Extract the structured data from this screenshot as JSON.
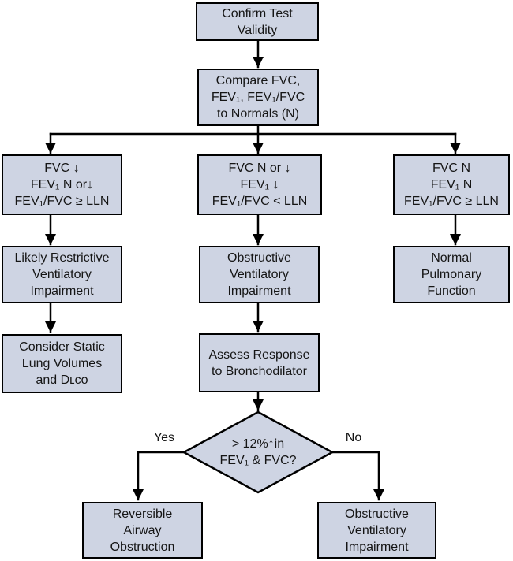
{
  "flowchart": {
    "colors": {
      "box_fill": "#ced4e3",
      "box_border": "#000000",
      "arrow": "#000000",
      "background": "#ffffff",
      "text": "#151515"
    },
    "nodes": {
      "confirm": {
        "lines": [
          "Confirm Test",
          "Validity"
        ]
      },
      "compare": {
        "lines": [
          "Compare FVC,",
          "FEV₁, FEV₁/FVC",
          "to Normals (N)"
        ]
      },
      "criteria_restrictive": {
        "lines": [
          "FVC ↓",
          "FEV₁ N or↓",
          "FEV₁/FVC ≥ LLN"
        ]
      },
      "criteria_obstructive": {
        "lines": [
          "FVC N or ↓",
          "FEV₁ ↓",
          "FEV₁/FVC < LLN"
        ]
      },
      "criteria_normal": {
        "lines": [
          "FVC N",
          "FEV₁ N",
          "FEV₁/FVC ≥ LLN"
        ]
      },
      "restrictive": {
        "lines": [
          "Likely Restrictive",
          "Ventilatory",
          "Impairment"
        ]
      },
      "obstructive_mid": {
        "lines": [
          "Obstructive",
          "Ventilatory",
          "Impairment"
        ]
      },
      "normal": {
        "lines": [
          "Normal",
          "Pulmonary",
          "Function"
        ]
      },
      "static_volumes": {
        "lines": [
          "Consider Static",
          "Lung Volumes",
          "and Dʟᴄᴏ"
        ]
      },
      "bronchodilator": {
        "lines": [
          "Assess Response",
          "to Bronchodilator"
        ]
      },
      "decision": {
        "lines": [
          "> 12%↑in",
          "FEV₁ & FVC?"
        ]
      },
      "reversible": {
        "lines": [
          "Reversible",
          "Airway",
          "Obstruction"
        ]
      },
      "obstructive_final": {
        "lines": [
          "Obstructive",
          "Ventilatory",
          "Impairment"
        ]
      }
    },
    "edge_labels": {
      "yes": "Yes",
      "no": "No"
    }
  }
}
